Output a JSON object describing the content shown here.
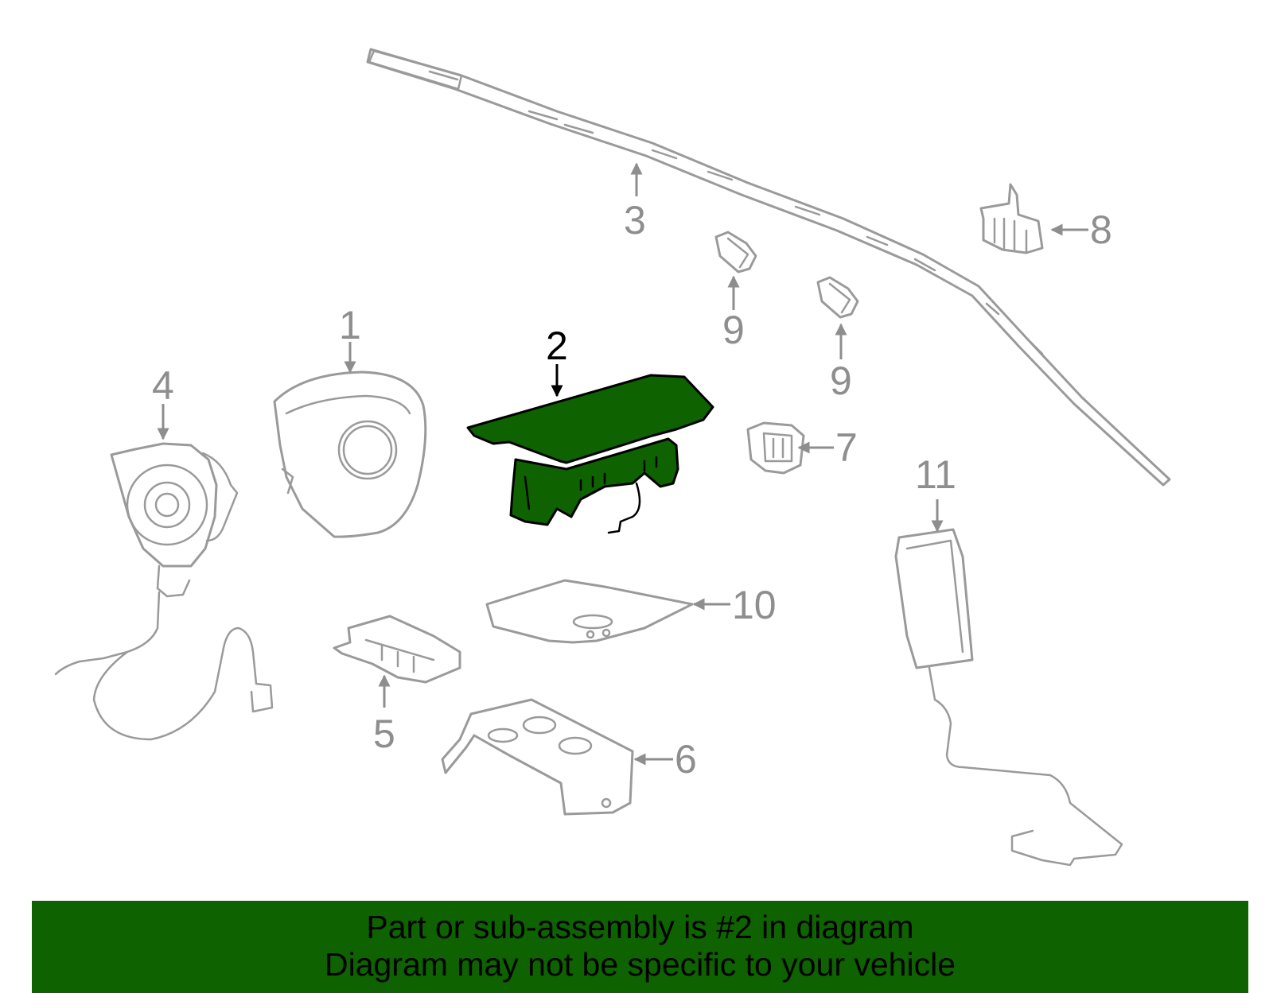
{
  "diagram": {
    "callouts": [
      "1",
      "2",
      "3",
      "4",
      "5",
      "6",
      "7",
      "8",
      "9",
      "9",
      "10",
      "11"
    ],
    "highlight_part": "2",
    "highlight_color": "#0e6200",
    "line_color": "#9a9a9a"
  },
  "banner": {
    "line1": "Part or sub-assembly is #2 in diagram",
    "line2": "Diagram may not be specific to your vehicle",
    "background": "#0e6200"
  }
}
